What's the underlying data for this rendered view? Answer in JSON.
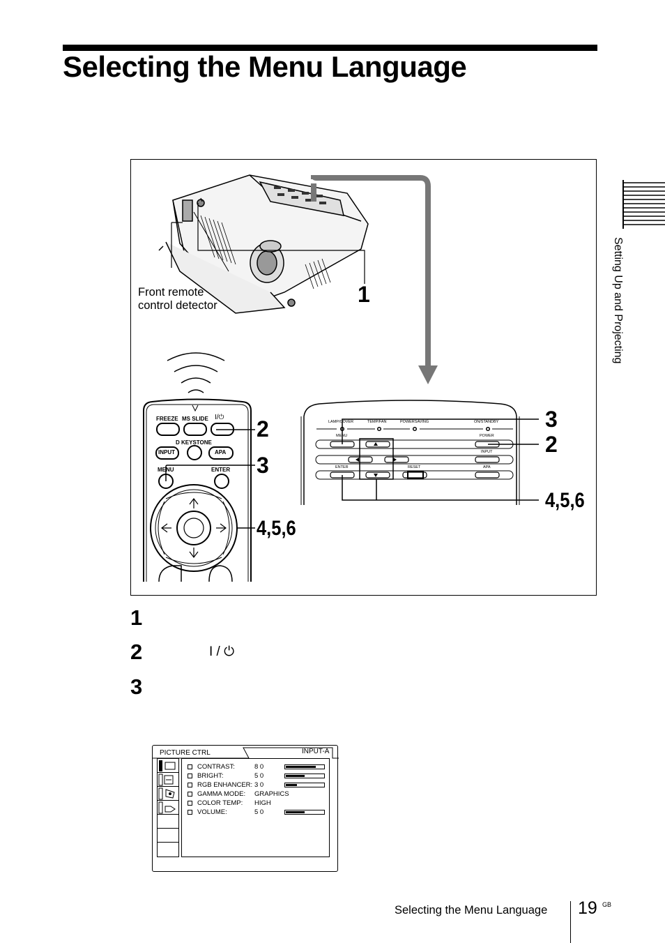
{
  "page": {
    "title": "Selecting the Menu Language",
    "side_tab": "Setting Up and Projecting",
    "footer_text": "Selecting the Menu Language",
    "page_number": "19",
    "page_suffix": "GB"
  },
  "figure": {
    "detector_label": "Front remote\ncontrol detector",
    "callouts": {
      "projector_1": "1",
      "remote_2": "2",
      "remote_3": "3",
      "remote_456": "4,5,6",
      "panel_3": "3",
      "panel_2": "2",
      "panel_456": "4,5,6"
    },
    "remote_labels": {
      "freeze": "FREEZE",
      "ms_slide": "MS SLIDE",
      "power": "I/⏻",
      "d_keystone": "D KEYSTONE",
      "input": "INPUT",
      "apa": "APA",
      "menu": "MENU",
      "enter": "ENTER"
    },
    "panel_labels": {
      "lamp_cover": "LAMP/COVER",
      "temp_fan": "TEMP/FAN",
      "powersaving": "POWERSAVING",
      "on_standby": "ON/STANDBY",
      "menu": "MENU",
      "power": "POWER",
      "input": "INPUT",
      "enter": "ENTER",
      "reset": "RESET",
      "apa": "APA"
    }
  },
  "steps": [
    {
      "num": "1",
      "text": ""
    },
    {
      "num": "2",
      "text": "",
      "symbol": "I / ⏻"
    },
    {
      "num": "3",
      "text": ""
    }
  ],
  "osd": {
    "title": "PICTURE CTRL",
    "input": "INPUT-A",
    "icons": [
      "picture-icon",
      "signal-icon",
      "setting-icon",
      "input-icon"
    ],
    "rows": [
      {
        "label": "CONTRAST:",
        "value": "8 0",
        "level": 0.8
      },
      {
        "label": "BRIGHT:",
        "value": "5 0",
        "level": 0.5
      },
      {
        "label": "RGB ENHANCER:",
        "value": "3 0",
        "level": 0.3
      },
      {
        "label": "GAMMA MODE:",
        "value": "GRAPHICS"
      },
      {
        "label": "COLOR TEMP:",
        "value": "HIGH"
      },
      {
        "label": "VOLUME:",
        "value": "5 0",
        "level": 0.5
      }
    ]
  }
}
